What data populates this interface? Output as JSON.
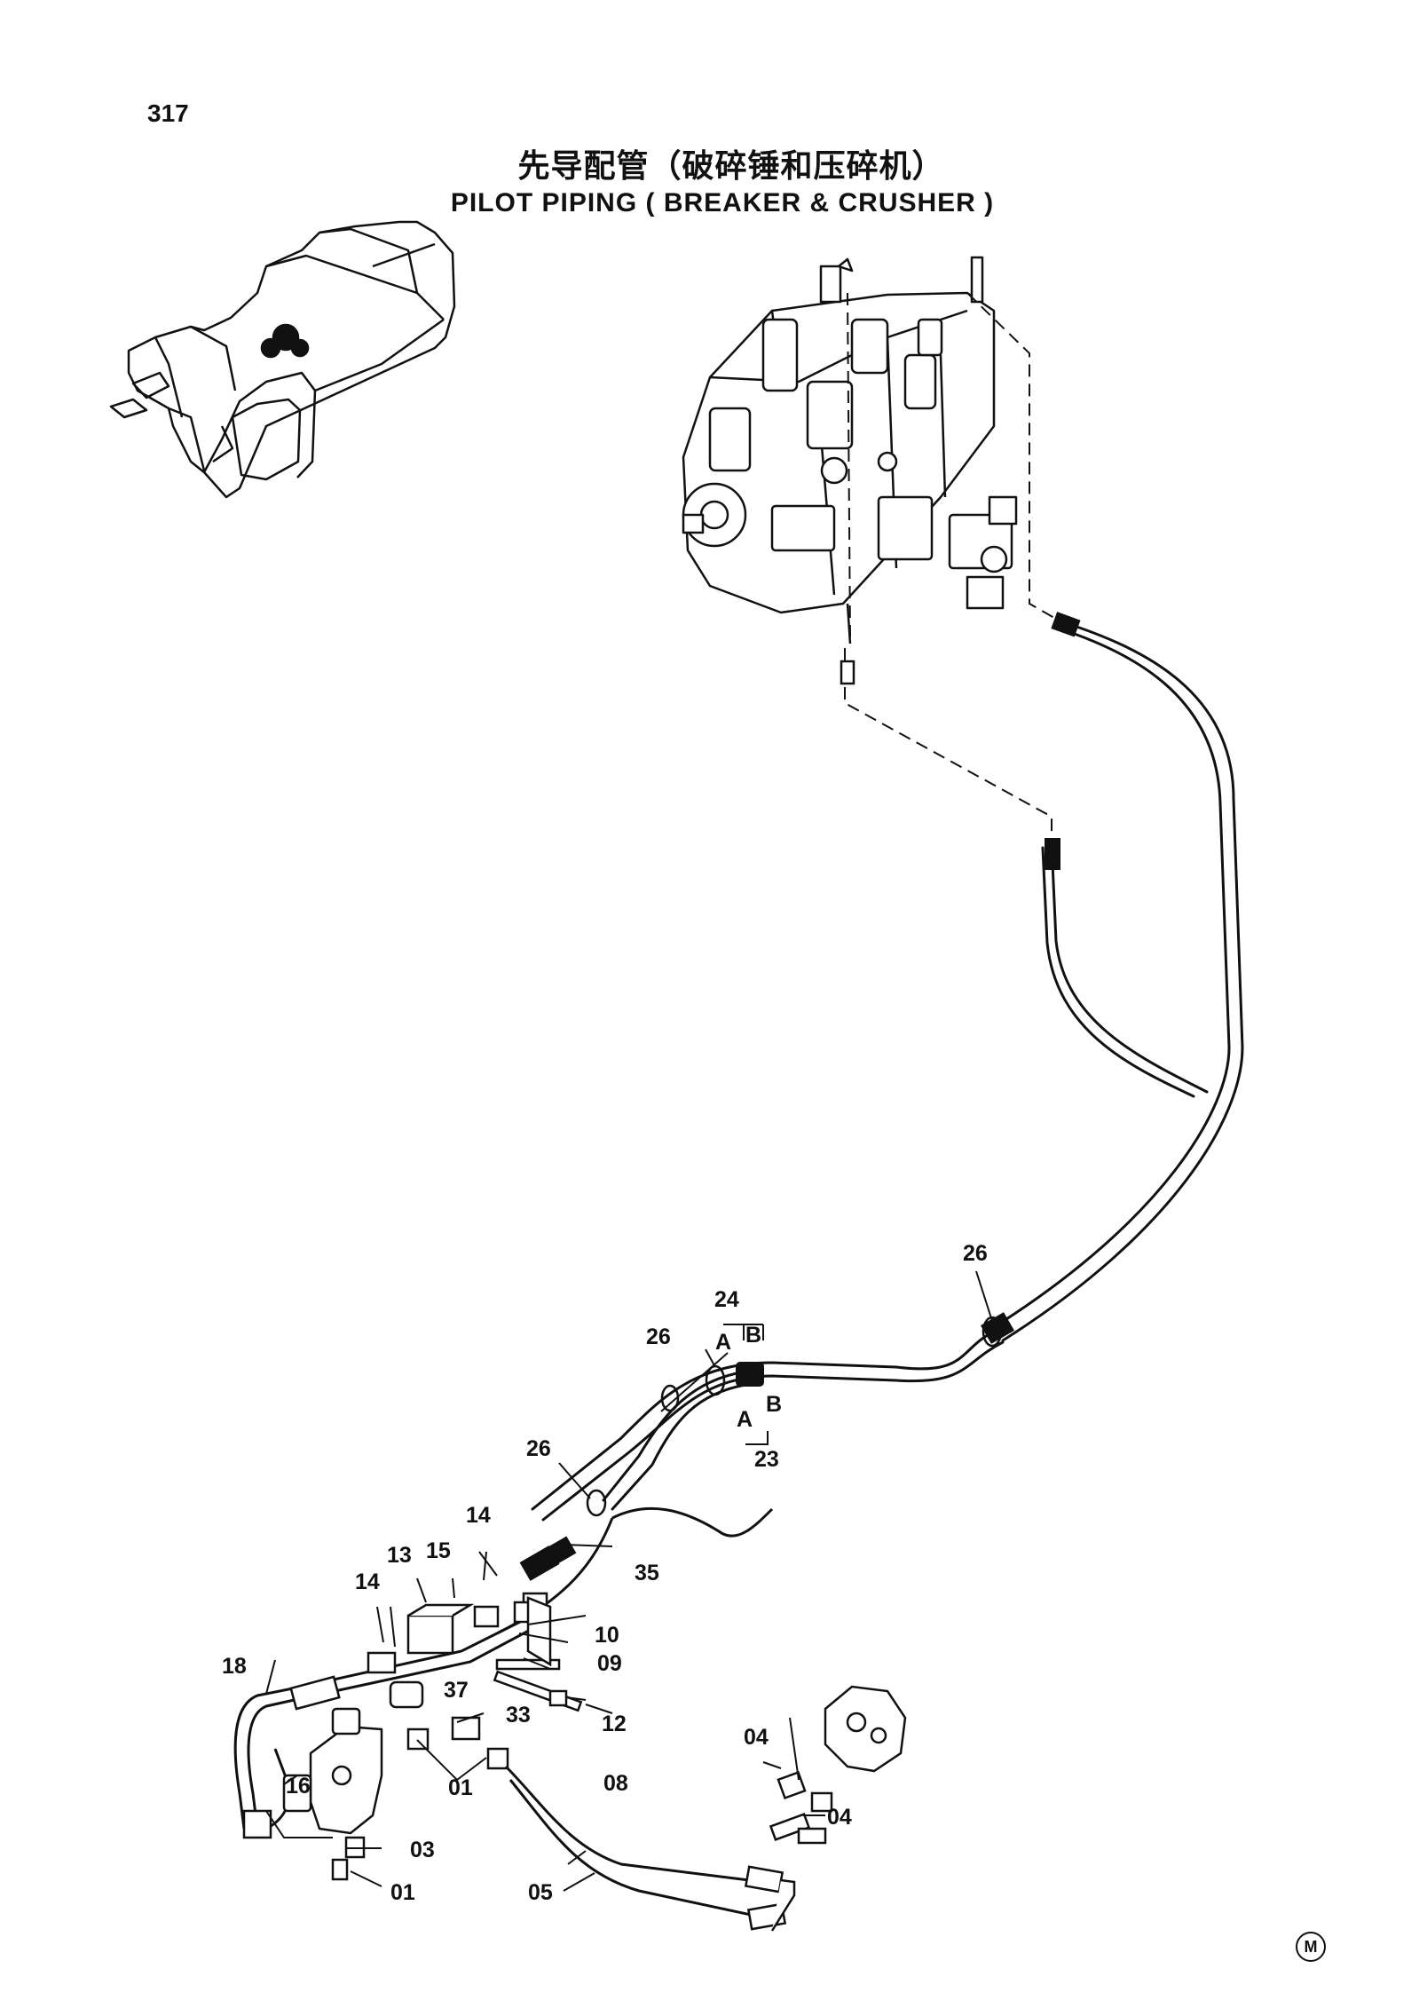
{
  "page_number": "317",
  "title_cn": "先导配管（破碎锤和压碎机）",
  "title_en": "PILOT PIPING ( BREAKER & CRUSHER )",
  "callouts": [
    {
      "id": "c26a",
      "text": "26"
    },
    {
      "id": "c24",
      "text": "24"
    },
    {
      "id": "c26b",
      "text": "26"
    },
    {
      "id": "cA1",
      "text": "A"
    },
    {
      "id": "cB1",
      "text": "B"
    },
    {
      "id": "cB2",
      "text": "B"
    },
    {
      "id": "cA2",
      "text": "A"
    },
    {
      "id": "c23",
      "text": "23"
    },
    {
      "id": "c26c",
      "text": "26"
    },
    {
      "id": "c14a",
      "text": "14"
    },
    {
      "id": "c13",
      "text": "13"
    },
    {
      "id": "c15",
      "text": "15"
    },
    {
      "id": "c35",
      "text": "35"
    },
    {
      "id": "c14b",
      "text": "14"
    },
    {
      "id": "c10",
      "text": "10"
    },
    {
      "id": "c09",
      "text": "09"
    },
    {
      "id": "c18",
      "text": "18"
    },
    {
      "id": "c37",
      "text": "37"
    },
    {
      "id": "c33",
      "text": "33"
    },
    {
      "id": "c12",
      "text": "12"
    },
    {
      "id": "c16",
      "text": "16"
    },
    {
      "id": "c01a",
      "text": "01"
    },
    {
      "id": "c04a",
      "text": "04"
    },
    {
      "id": "c08",
      "text": "08"
    },
    {
      "id": "c04b",
      "text": "04"
    },
    {
      "id": "c03",
      "text": "03"
    },
    {
      "id": "c05",
      "text": "05"
    },
    {
      "id": "c01b",
      "text": "01"
    }
  ],
  "corner_marker": "M"
}
